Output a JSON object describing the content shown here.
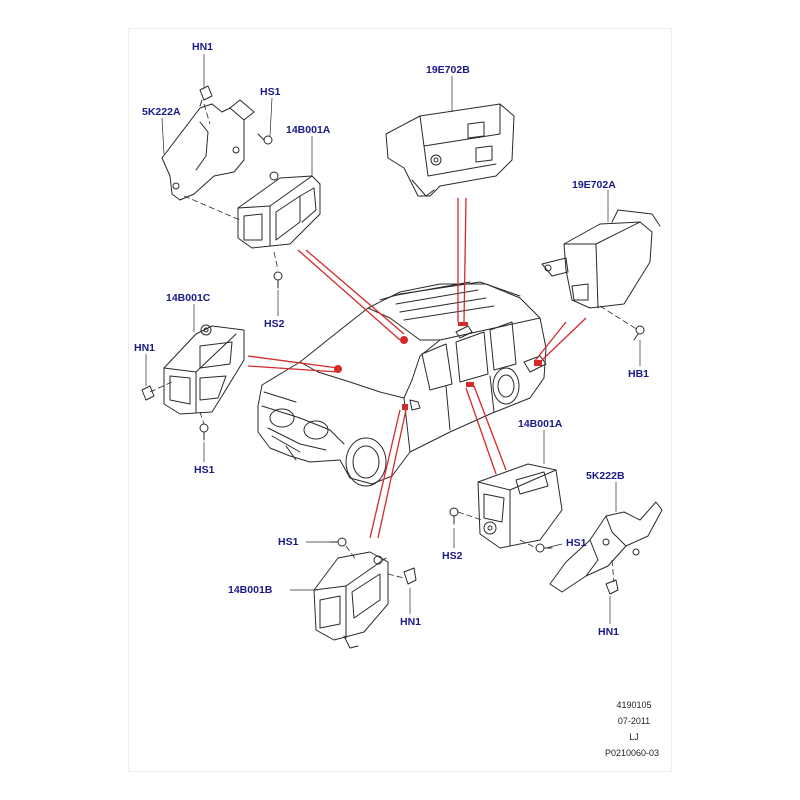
{
  "colors": {
    "label": "#1a1a8a",
    "callout": "#d42a2a",
    "drawing": "#2a2a2a"
  },
  "labels": {
    "hn1_top": "HN1",
    "hs1_top": "HS1",
    "k5222a": "5K222A",
    "b14001a_top": "14B001A",
    "hs2_left": "HS2",
    "e19702b": "19E702B",
    "e19702a": "19E702A",
    "hb1": "HB1",
    "b14001c": "14B001C",
    "hn1_left": "HN1",
    "hs1_left": "HS1",
    "b14001a_right": "14B001A",
    "k5222b": "5K222B",
    "hs1_right": "HS1",
    "hs2_right": "HS2",
    "hn1_right": "HN1",
    "hs1_bottom": "HS1",
    "b14001b": "14B001B",
    "hn1_bottom": "HN1"
  },
  "footer": {
    "code": "4190105",
    "date": "07-2011",
    "initials": "LJ",
    "ref": "P0210060-03"
  }
}
